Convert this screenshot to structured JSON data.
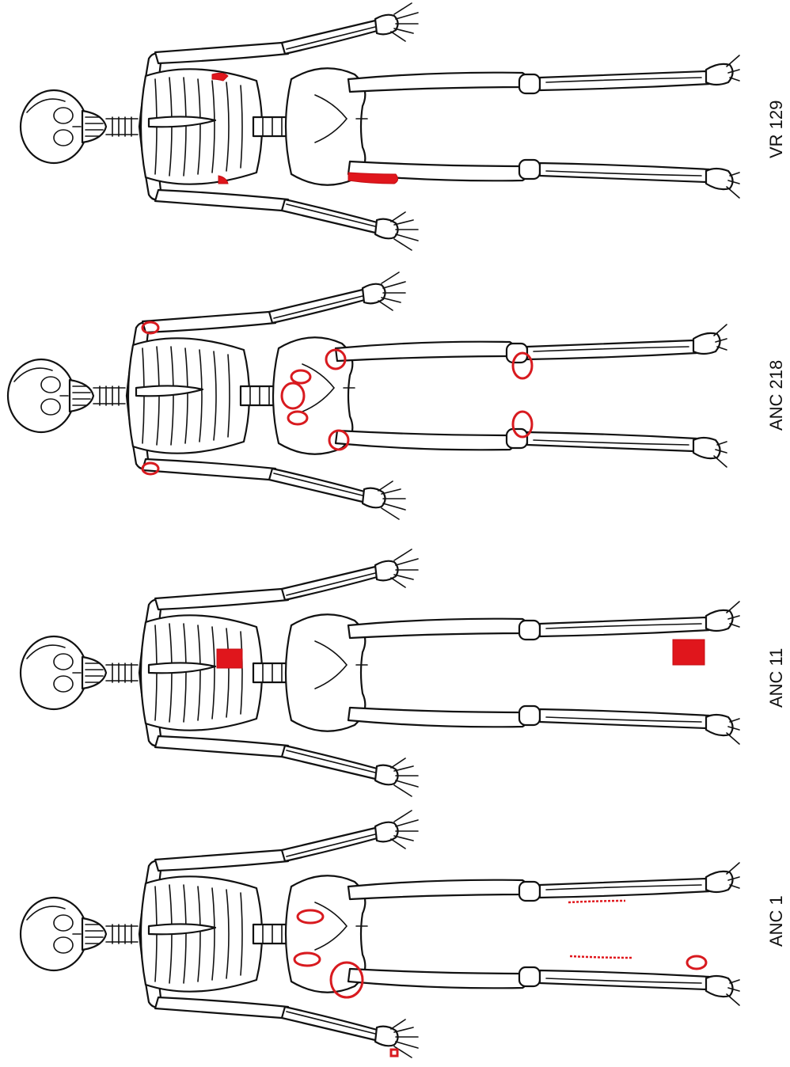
{
  "figure": {
    "panels": [
      {
        "id": "vr129",
        "label": "VR 129"
      },
      {
        "id": "anc218",
        "label": "ANC 218"
      },
      {
        "id": "anc11",
        "label": "ANC 11"
      },
      {
        "id": "anc1",
        "label": "ANC 1"
      }
    ]
  },
  "colors": {
    "lesion_fill": "#e0161c",
    "lesion_outline": "#d81a1f",
    "bone_line": "#111111",
    "background": "#ffffff"
  }
}
